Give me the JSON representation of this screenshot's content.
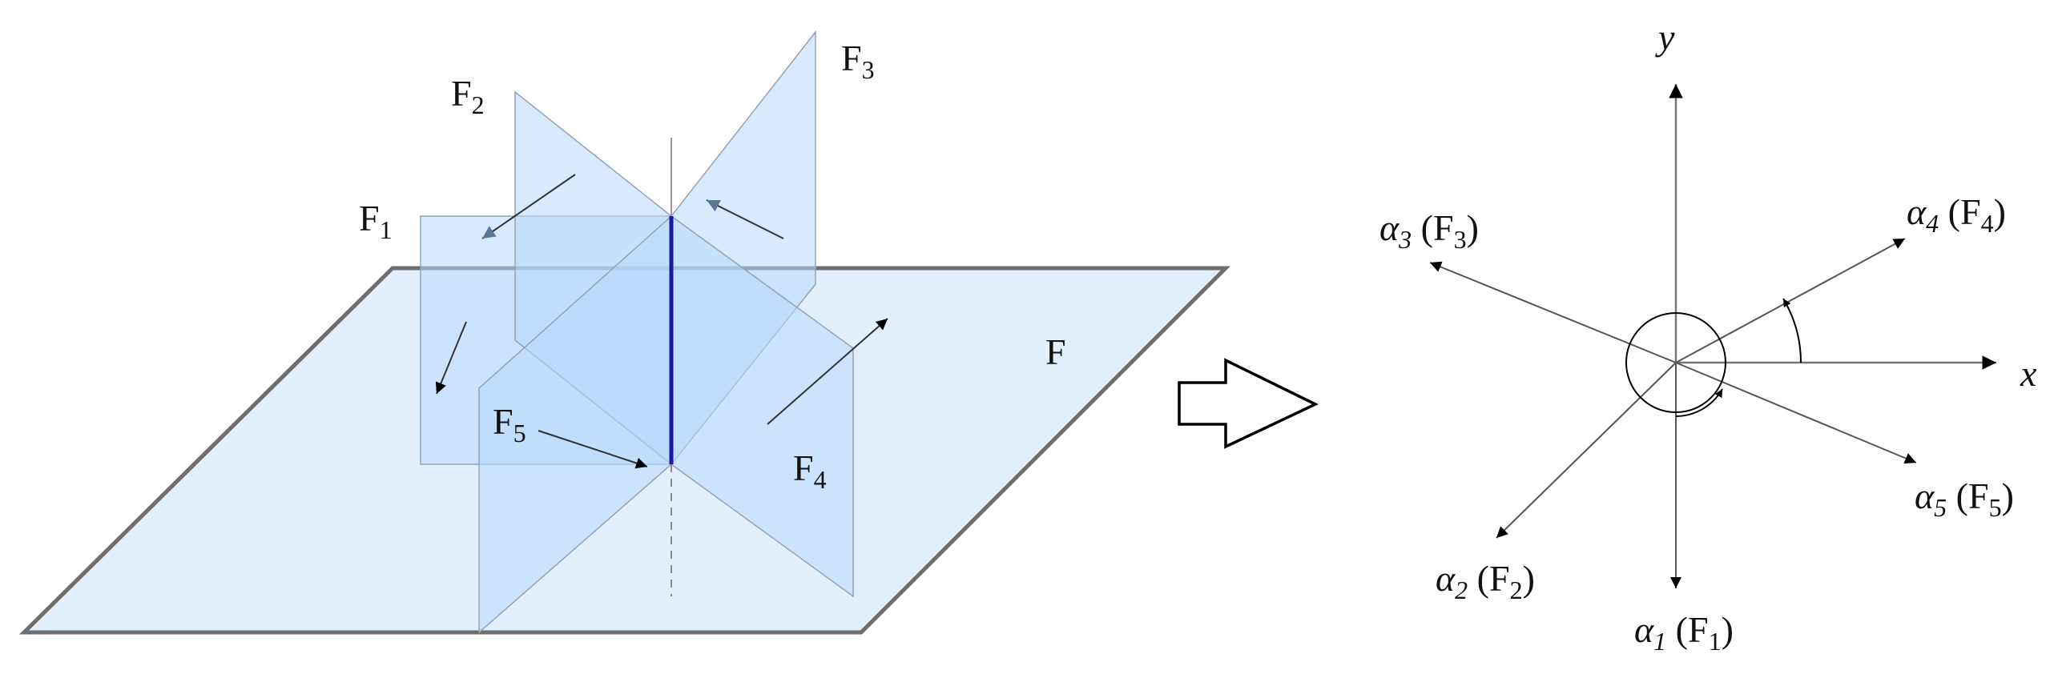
{
  "planes": {
    "base": {
      "name": "F",
      "color": "#e2effc",
      "edge": "#6e6e6e"
    },
    "f1": {
      "name": "F",
      "index": "1"
    },
    "f2": {
      "name": "F",
      "index": "2"
    },
    "f3": {
      "name": "F",
      "index": "3"
    },
    "f4": {
      "name": "F",
      "index": "4"
    },
    "f5": {
      "name": "F",
      "index": "5"
    },
    "fracture_color": "#b8d9fb",
    "intersection_color": "#1a1aa0"
  },
  "transform_arrow": {
    "icon": "hollow-right-arrow-icon"
  },
  "axes": {
    "x": "x",
    "y": "y"
  },
  "rays": [
    {
      "angle": "α",
      "index": "1",
      "plane": "F",
      "plane_index": "1"
    },
    {
      "angle": "α",
      "index": "2",
      "plane": "F",
      "plane_index": "2"
    },
    {
      "angle": "α",
      "index": "3",
      "plane": "F",
      "plane_index": "3"
    },
    {
      "angle": "α",
      "index": "4",
      "plane": "F",
      "plane_index": "4"
    },
    {
      "angle": "α",
      "index": "5",
      "plane": "F",
      "plane_index": "5"
    }
  ]
}
